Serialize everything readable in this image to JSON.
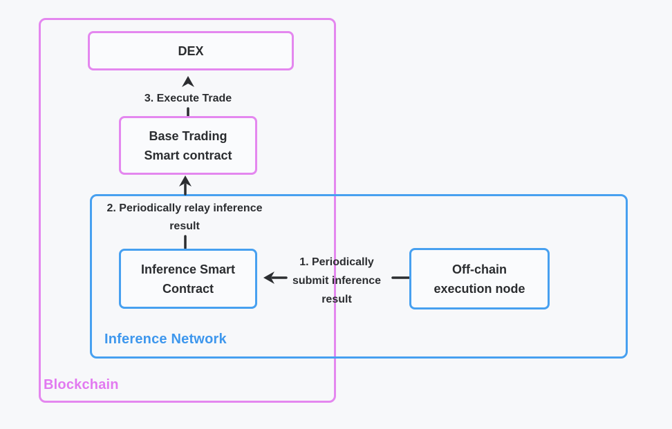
{
  "colors": {
    "background": "#f7f8fa",
    "box_fill": "#fafbfd",
    "pink": "#e487ef",
    "pink_label": "#e279f0",
    "blue": "#47a0f0",
    "blue_label": "#3e97ed",
    "text": "#2b2d30",
    "arrow": "#2b2d30"
  },
  "diagram": {
    "blockchain_label": "Blockchain",
    "inference_network_label": "Inference Network",
    "nodes": {
      "dex": {
        "lines": [
          "DEX"
        ]
      },
      "base_trading": {
        "lines": [
          "Base Trading",
          "Smart contract"
        ]
      },
      "inference_contract": {
        "lines": [
          "Inference Smart",
          "Contract"
        ]
      },
      "offchain_node": {
        "lines": [
          "Off-chain",
          "execution node"
        ]
      }
    },
    "edges": {
      "execute_trade": {
        "lines": [
          "3. Execute Trade"
        ]
      },
      "relay_inference": {
        "lines": [
          "2. Periodically relay inference",
          "result"
        ]
      },
      "submit_inference": {
        "lines": [
          "1. Periodically",
          "submit inference",
          "result"
        ]
      }
    }
  }
}
